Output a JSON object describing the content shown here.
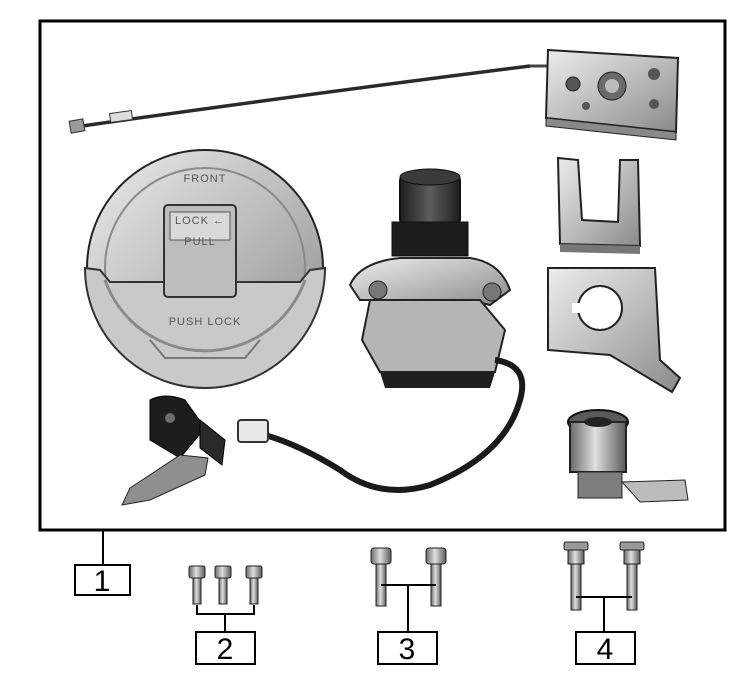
{
  "callouts": [
    {
      "id": "1",
      "text": "1"
    },
    {
      "id": "2",
      "text": "2"
    },
    {
      "id": "3",
      "text": "3"
    },
    {
      "id": "4",
      "text": "4"
    }
  ],
  "cap_labels": {
    "front": "FRONT",
    "pull": "PULL",
    "push_lock": "PUSH LOCK",
    "lock_mark": "LOCK ←"
  },
  "colors": {
    "line": "#000000",
    "metal_light": "#d2d2d2",
    "metal_mid": "#a9a9a9",
    "metal_dark": "#5a5a5a",
    "rubber": "#2b2b2b"
  }
}
